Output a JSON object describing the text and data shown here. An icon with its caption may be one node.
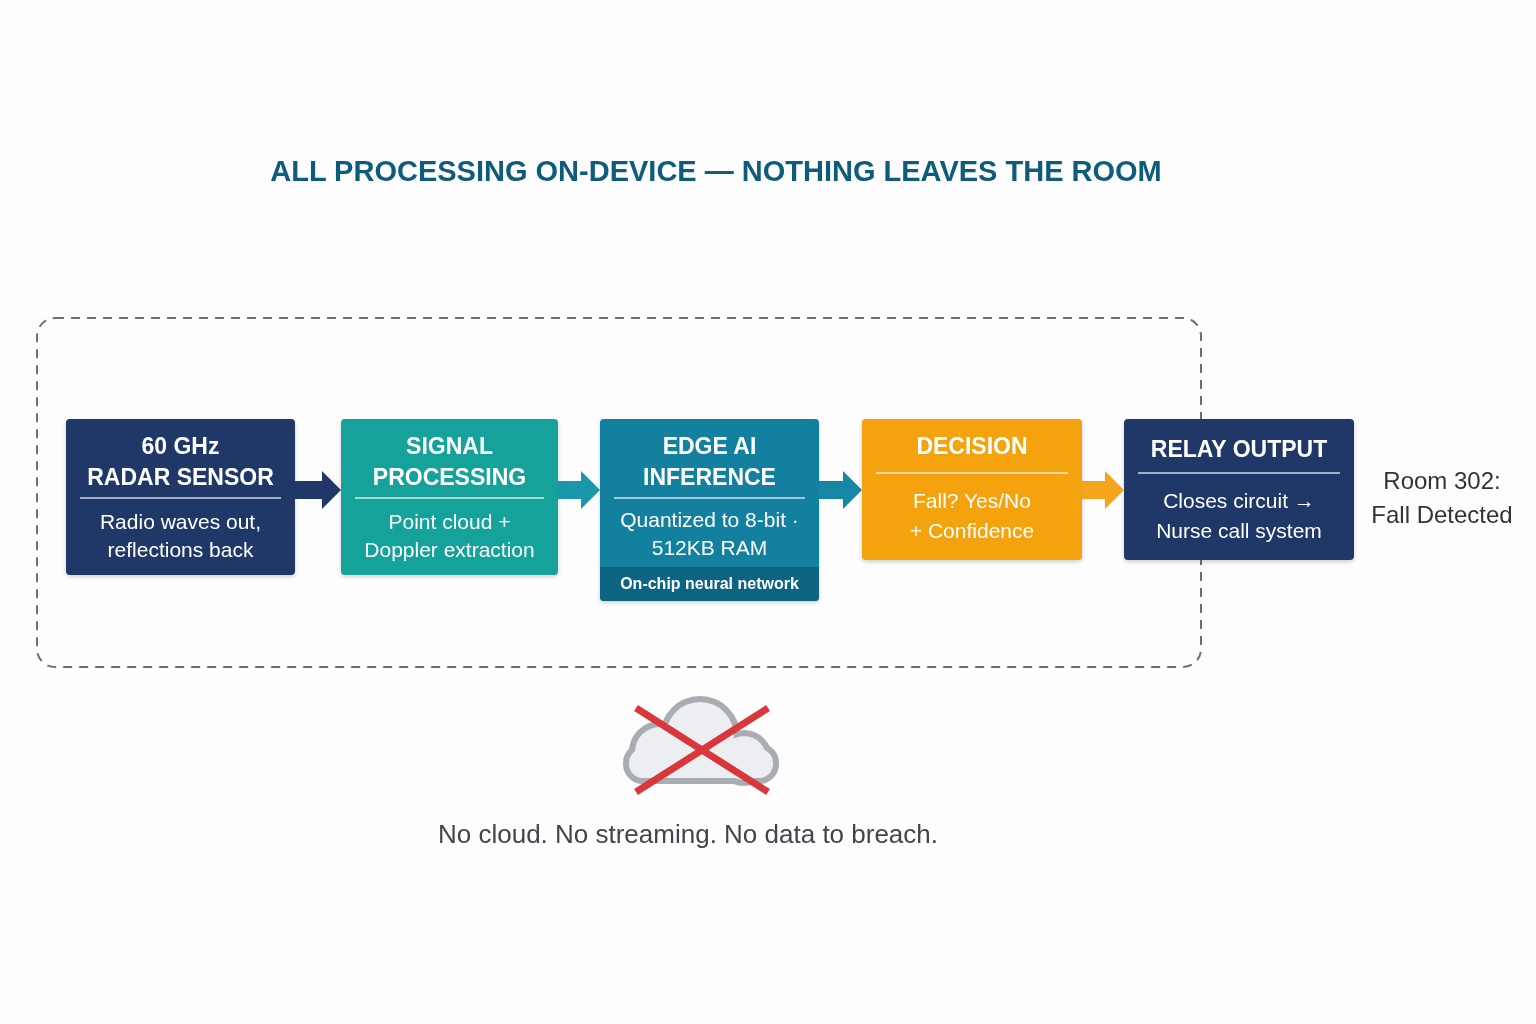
{
  "diagram": {
    "title": "ALL PROCESSING ON-DEVICE — NOTHING LEAVES THE ROOM",
    "nodes": [
      {
        "text": [],
        "shape": "box"
      },
      {
        "text": [
          "60 GHz RADAR SENSOR",
          "Radio waves out, reflections back"
        ],
        "in": 0
      },
      {
        "text": [
          "SIGNAL PROCESSING",
          "Point cloud + Doppler extraction"
        ],
        "in": 0
      },
      {
        "text": [
          "EDGE AI INFERENCE",
          "Quantized to 8-bit · 512KB RAM",
          "On-chip neural network"
        ],
        "in": 0
      },
      {
        "text": [
          "DECISION",
          "Fall? Yes/No + Confidence"
        ],
        "in": 0
      },
      {
        "text": [
          "RELAY OUTPUT",
          "Closes circuit → Nurse call system"
        ],
        "beside": [
          "Room 302: Fall Detected"
        ]
      }
    ],
    "edges": [
      {
        "from": 1,
        "to": 2,
        "arrow": "to",
        "color": "#1f3868"
      },
      {
        "from": 2,
        "to": 3,
        "arrow": "to",
        "color": "#1a97ab"
      },
      {
        "from": 3,
        "to": 4,
        "arrow": "to",
        "color": "#1586a3"
      },
      {
        "from": 4,
        "to": 5,
        "arrow": "to",
        "color": "#f5a51c"
      }
    ],
    "labels": [
      "No cloud. No streaming. No data to breach."
    ]
  }
}
